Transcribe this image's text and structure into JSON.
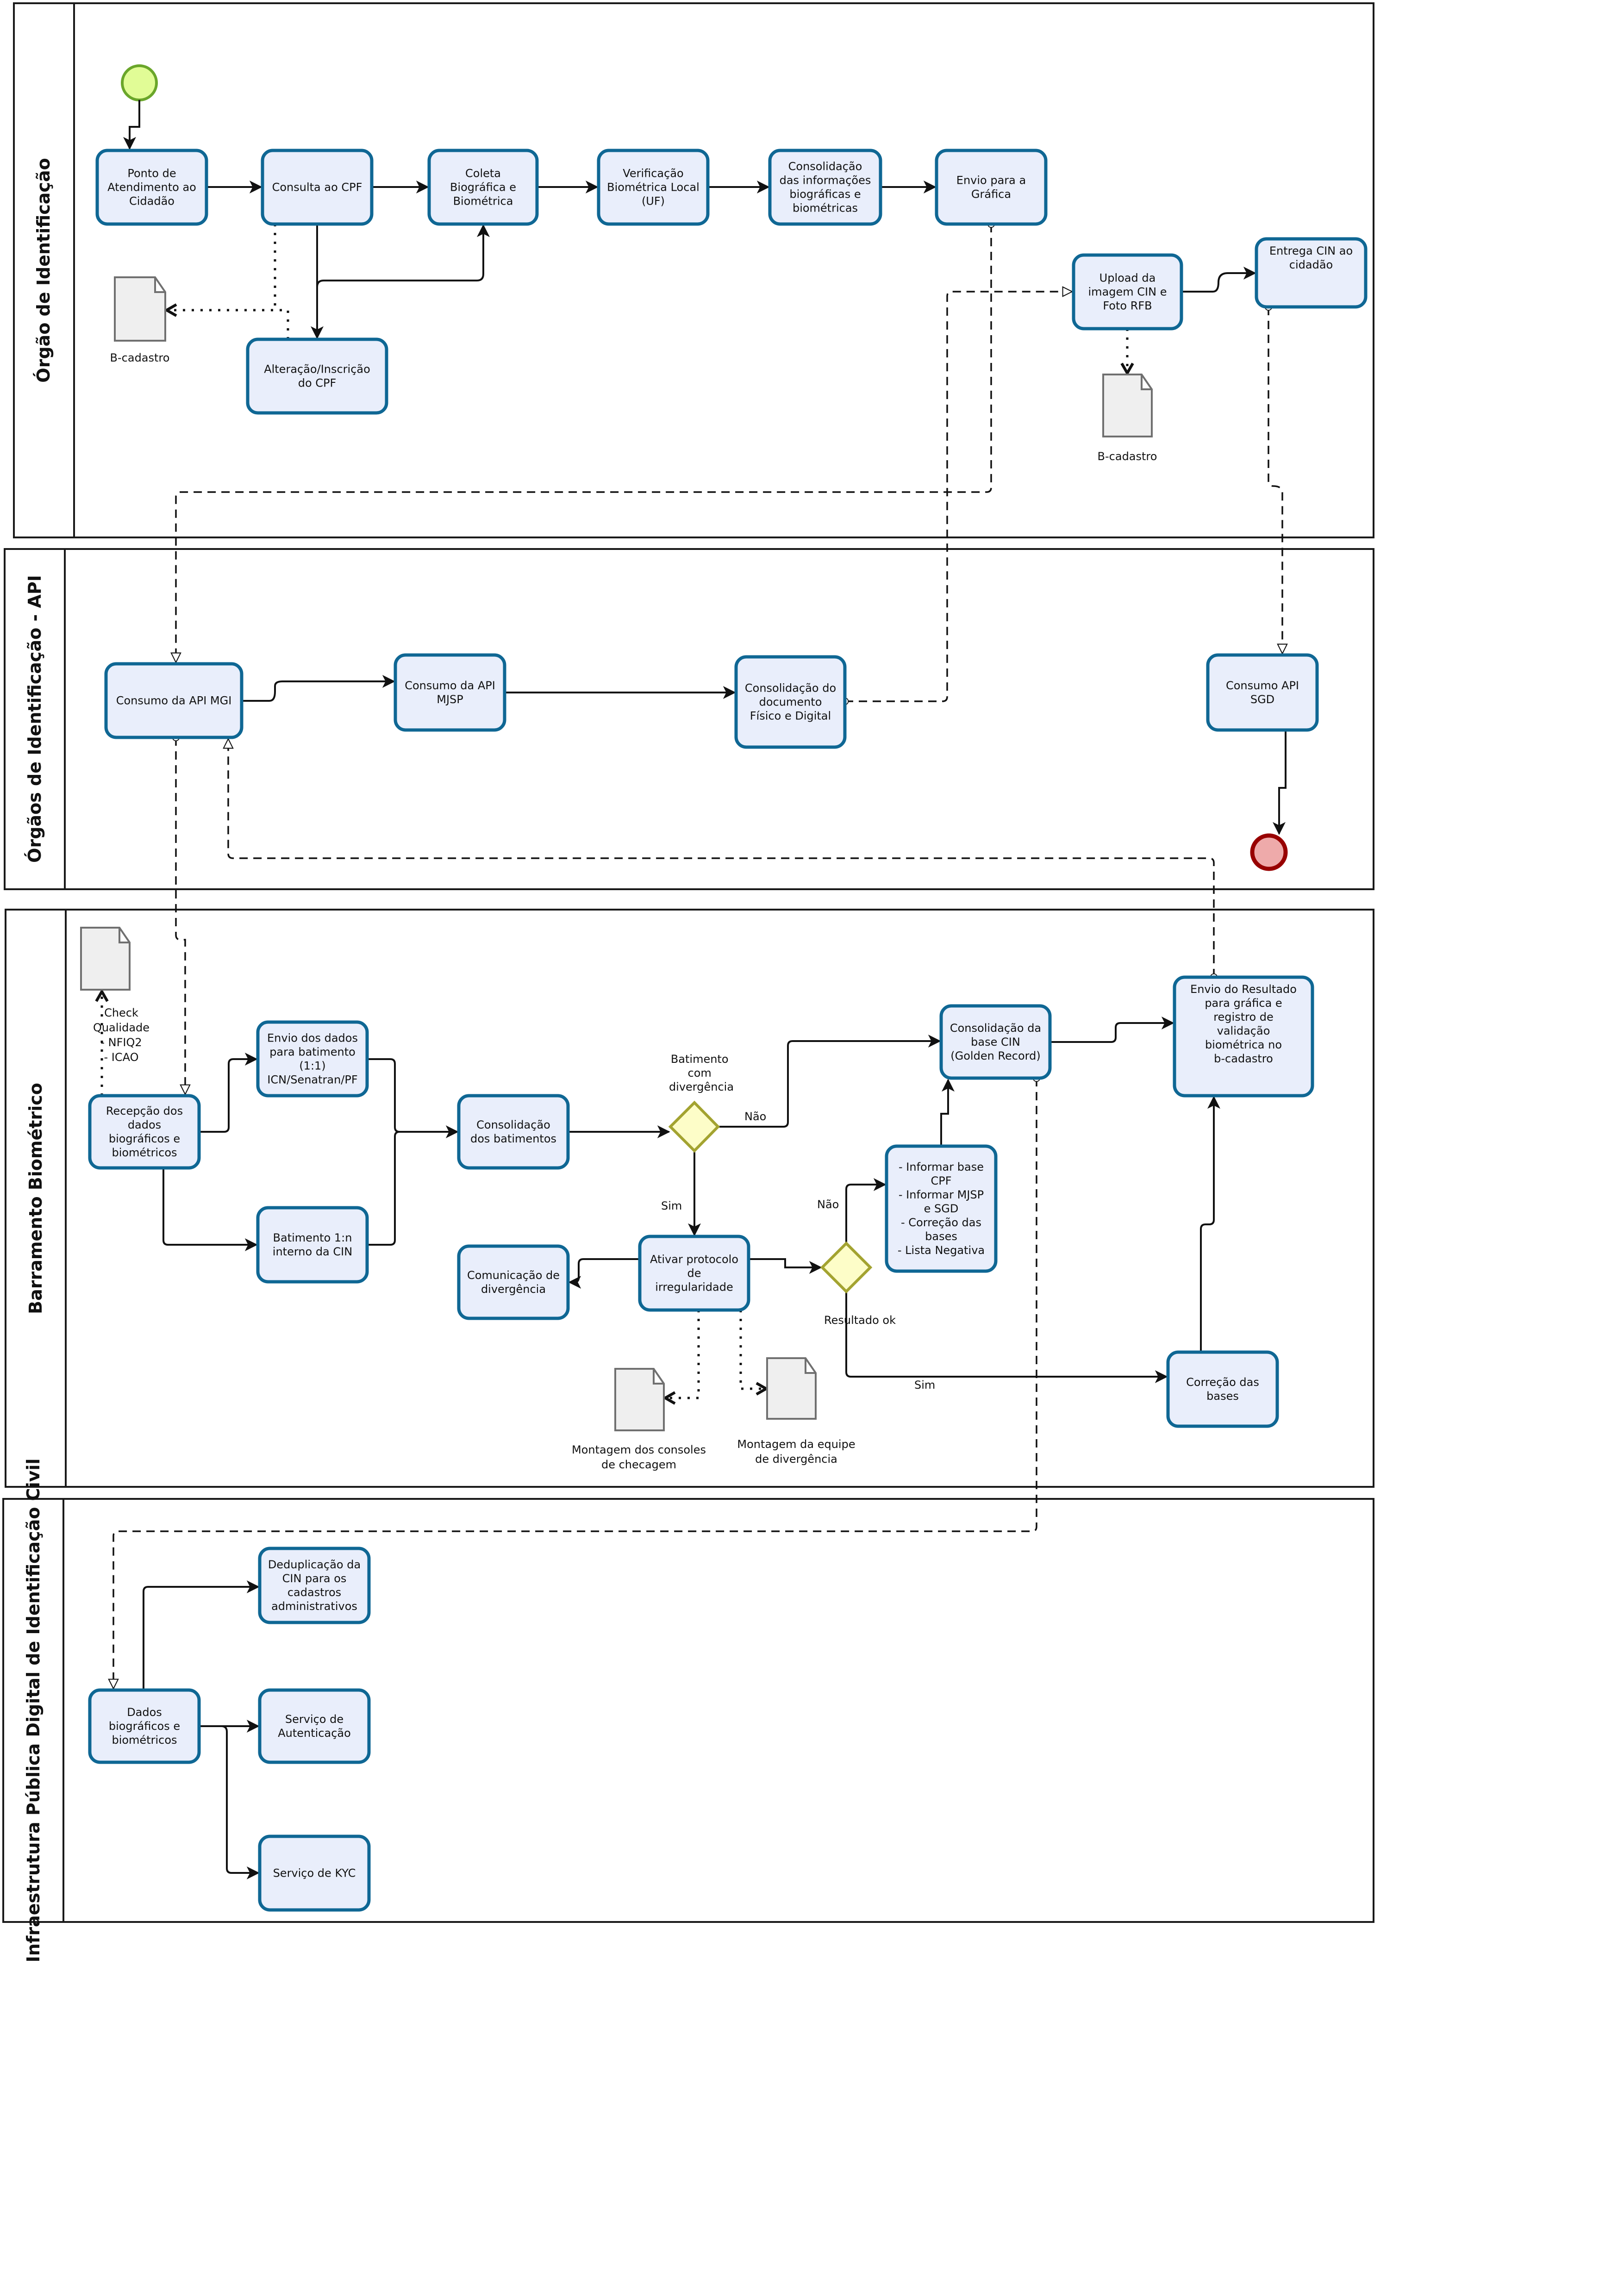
{
  "lanes": [
    {
      "id": "orgao",
      "title": "Órgão de Identificação"
    },
    {
      "id": "api",
      "title": "Órgãos de Identificação - API"
    },
    {
      "id": "barramento",
      "title": "Barramento Biométrico"
    },
    {
      "id": "infra",
      "title": "Infraestrutura Pública Digital de Identificação Civil"
    }
  ],
  "tasks": {
    "ponto": [
      "Ponto de",
      "Atendimento ao",
      "Cidadão"
    ],
    "consulta_cpf": [
      "Consulta ao CPF"
    ],
    "coleta": [
      "Coleta",
      "Biográfica e",
      "Biométrica"
    ],
    "verificacao": [
      "Verificação",
      "Biométrica Local",
      "(UF)"
    ],
    "consolidacao_info": [
      "Consolidação",
      "das informações",
      "biográficas e",
      "biométricas"
    ],
    "envio_grafica": [
      "Envio para a",
      "Gráfica"
    ],
    "alteracao_cpf": [
      "Alteração/Inscrição",
      "do CPF"
    ],
    "upload": [
      "Upload da",
      "imagem CIN e",
      "Foto RFB"
    ],
    "entrega": [
      "Entrega CIN ao",
      "cidadão"
    ],
    "consumo_mgi": [
      "Consumo da API MGI"
    ],
    "consumo_mjsp": [
      "Consumo da API",
      "MJSP"
    ],
    "consolidacao_doc": [
      "Consolidação do",
      "documento",
      "Físico e Digital"
    ],
    "consumo_sgd": [
      "Consumo API",
      "SGD"
    ],
    "recepcao": [
      "Recepção dos",
      "dados",
      "biográficos e",
      "biométricos"
    ],
    "envio_dados": [
      "Envio dos dados",
      "para batimento",
      "(1:1)",
      "ICN/Senatran/PF"
    ],
    "batimento_1n": [
      "Batimento 1:n",
      "interno da CIN"
    ],
    "consolidacao_bat": [
      "Consolidação",
      "dos batimentos"
    ],
    "comunicacao": [
      "Comunicação de",
      "divergência"
    ],
    "ativar": [
      "Ativar protocolo",
      "de",
      "irregularidade"
    ],
    "informar": [
      "- Informar base",
      "CPF",
      "- Informar MJSP",
      "e SGD",
      "- Correção das",
      "bases",
      "- Lista Negativa"
    ],
    "consolidacao_base": [
      "Consolidação da",
      "base CIN",
      "(Golden Record)"
    ],
    "envio_resultado": [
      "Envio do Resultado",
      "para gráfica e",
      "registro de",
      "validação",
      "biométrica no",
      "b-cadastro"
    ],
    "correcao": [
      "Correção das",
      "bases"
    ],
    "dados_bio": [
      "Dados",
      "biográficos e",
      "biométricos"
    ],
    "dedup": [
      "Deduplicação da",
      "CIN para os",
      "cadastros",
      "administrativos"
    ],
    "autenticacao": [
      "Serviço de",
      "Autenticação"
    ],
    "kyc": [
      "Serviço de KYC"
    ]
  },
  "documents": {
    "bcadastro1": [
      "B-cadastro"
    ],
    "bcadastro2": [
      "B-cadastro"
    ],
    "check": [
      "Check",
      "Qualidade",
      "- NFIQ2",
      "- ICAO"
    ],
    "consoles": [
      "Montagem dos consoles",
      "de checagem"
    ],
    "equipe": [
      "Montagem da equipe",
      "de divergência"
    ]
  },
  "gateways": {
    "divergencia": [
      "Batimento",
      "com",
      "divergência"
    ],
    "resultado": [
      "Resultado ok"
    ]
  },
  "edge_labels": {
    "nao1": "Não",
    "sim1": "Sim",
    "nao2": "Não",
    "sim2": "Sim"
  },
  "colors": {
    "task_fill": "#e9eefb",
    "task_stroke": "#0f6794",
    "start_fill": "#e1fc96",
    "start_stroke": "#6aa62a",
    "end_fill": "#eeaaaa",
    "end_stroke": "#980000",
    "gateway_fill": "#fdfdc8",
    "gateway_stroke": "#a3a330",
    "document_fill": "#efefef"
  }
}
